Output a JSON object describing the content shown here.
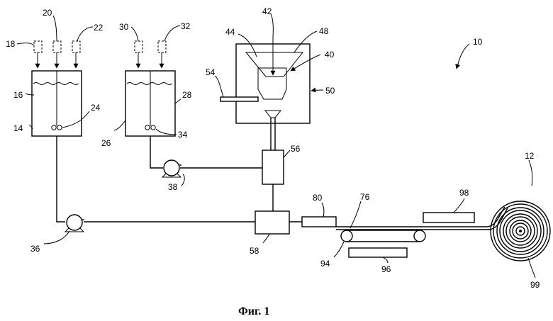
{
  "caption": "Фиг. 1",
  "labels": {
    "l10": "10",
    "l12": "12",
    "l14": "14",
    "l16": "16",
    "l18": "18",
    "l20": "20",
    "l22": "22",
    "l24": "24",
    "l26": "26",
    "l28": "28",
    "l30": "30",
    "l32": "32",
    "l34": "34",
    "l36": "36",
    "l38": "38",
    "l40": "40",
    "l42": "42",
    "l44": "44",
    "l48": "48",
    "l50": "50",
    "l54": "54",
    "l56": "56",
    "l58": "58",
    "l76": "76",
    "l80": "80",
    "l94": "94",
    "l96": "96",
    "l98": "98",
    "l99": "99"
  }
}
